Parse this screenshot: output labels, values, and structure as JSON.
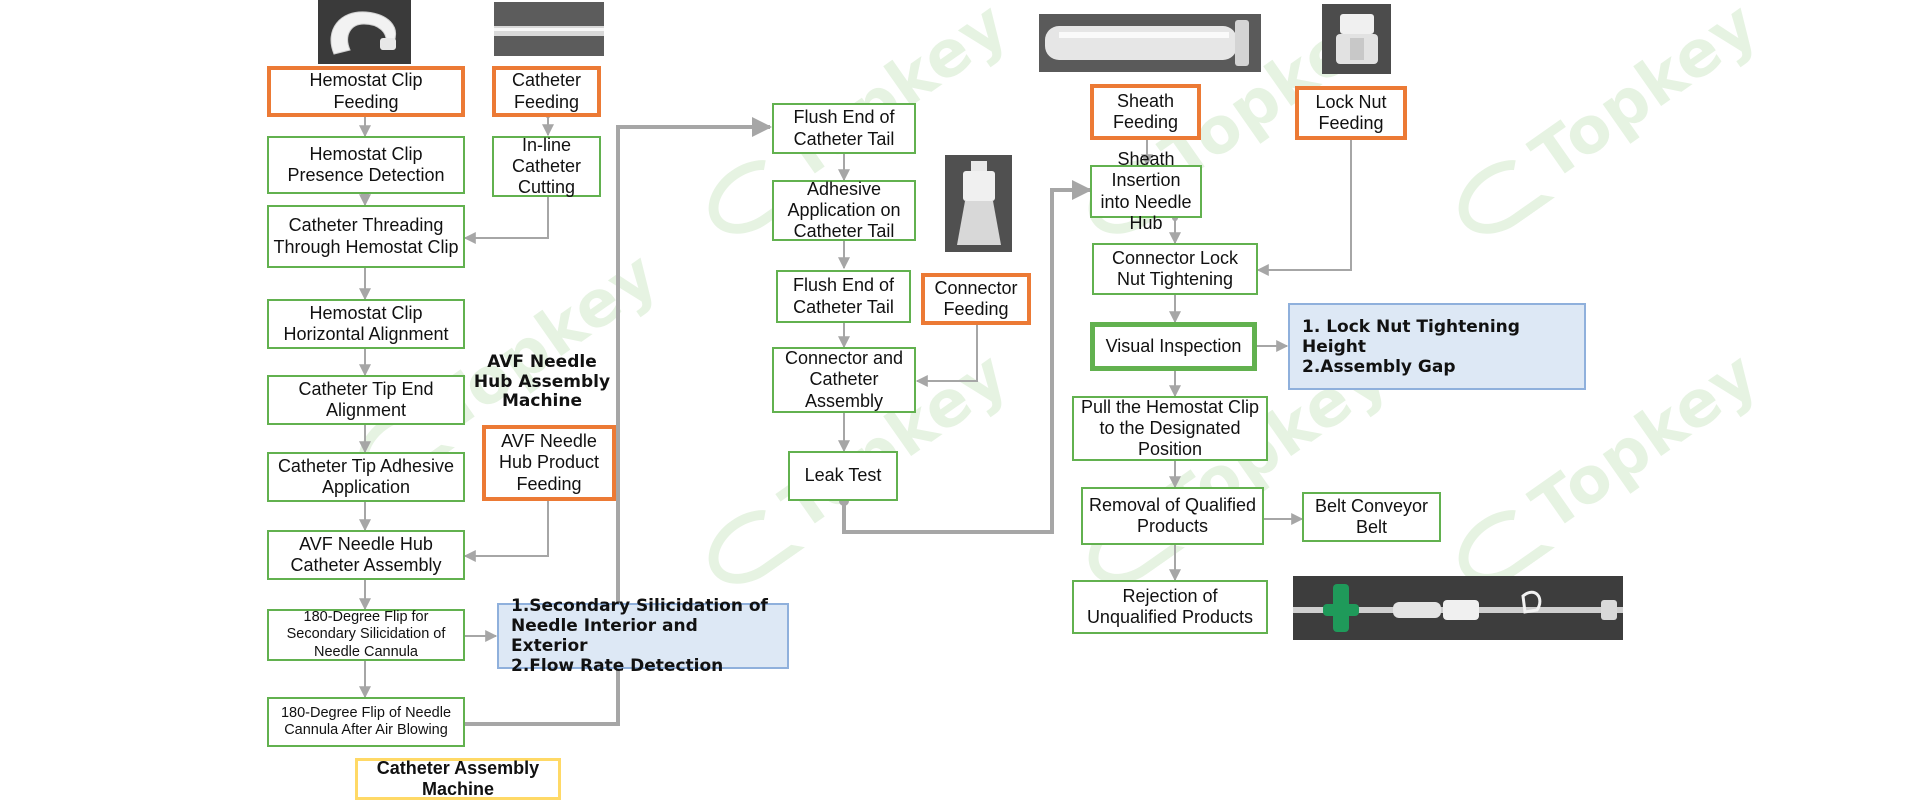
{
  "colors": {
    "process_border": "#62b14f",
    "feed_border": "#ec7a35",
    "machine_label_border": "#ffd966",
    "note_fill": "#dde8f5",
    "note_border": "#8fb0dc",
    "arrow": "#a6a6a6",
    "watermark": "#e6f3e2"
  },
  "watermark_text": "Topkey",
  "icons": {
    "hemostat_clip_photo": "hemostat-clip-photo",
    "catheter_photo": "catheter-tube-photo",
    "connector_photo": "connector-photo",
    "sheath_photo": "sheath-photo",
    "lock_nut_photo": "lock-nut-photo",
    "final_product_photo": "avf-needle-product-photo"
  },
  "col1": {
    "hemostat_clip_feeding": "Hemostat Clip Feeding",
    "clip_presence_detection": "Hemostat Clip Presence Detection",
    "catheter_threading": "Catheter Threading Through Hemostat Clip",
    "clip_horizontal_alignment": "Hemostat Clip Horizontal Alignment",
    "catheter_tip_end_alignment": "Catheter Tip End Alignment",
    "catheter_tip_adhesive": "Catheter Tip Adhesive Application",
    "hub_catheter_assembly": "AVF Needle Hub Catheter Assembly",
    "flip_silicidation": "180-Degree Flip for Secondary Silicidation of Needle Cannula",
    "flip_air_blowing": "180-Degree Flip of Needle Cannula After Air Blowing"
  },
  "col2": {
    "catheter_feeding": "Catheter Feeding",
    "inline_cutting": "In-line Catheter Cutting",
    "machine_title": "AVF Needle Hub Assembly Machine",
    "hub_product_feeding": "AVF Needle Hub Product Feeding"
  },
  "catheter_machine_label": "Catheter Assembly Machine",
  "note_left": {
    "line1": "1.Secondary Silicidation of Needle Interior and Exterior",
    "line2": "2.Flow Rate Detection"
  },
  "col3": {
    "flush_end_1": "Flush End of Catheter Tail",
    "adhesive_application": "Adhesive Application on Catheter Tail",
    "flush_end_2": "Flush End of Catheter Tail",
    "connector_feeding": "Connector Feeding",
    "connector_catheter_assembly": "Connector and Catheter Assembly",
    "leak_test": "Leak Test"
  },
  "col4": {
    "sheath_feeding": "Sheath Feeding",
    "lock_nut_feeding": "Lock Nut Feeding",
    "sheath_insertion": "Sheath Insertion into Needle Hub",
    "lock_nut_tightening": "Connector Lock Nut Tightening",
    "visual_inspection": "Visual Inspection",
    "pull_clip": "Pull the Hemostat Clip to the Designated Position",
    "removal_qualified": "Removal of Qualified Products",
    "belt_conveyor": "Belt Conveyor Belt",
    "rejection": "Rejection of Unqualified Products"
  },
  "note_right": {
    "line1": "1. Lock Nut Tightening Height",
    "line2": "2.Assembly Gap"
  }
}
